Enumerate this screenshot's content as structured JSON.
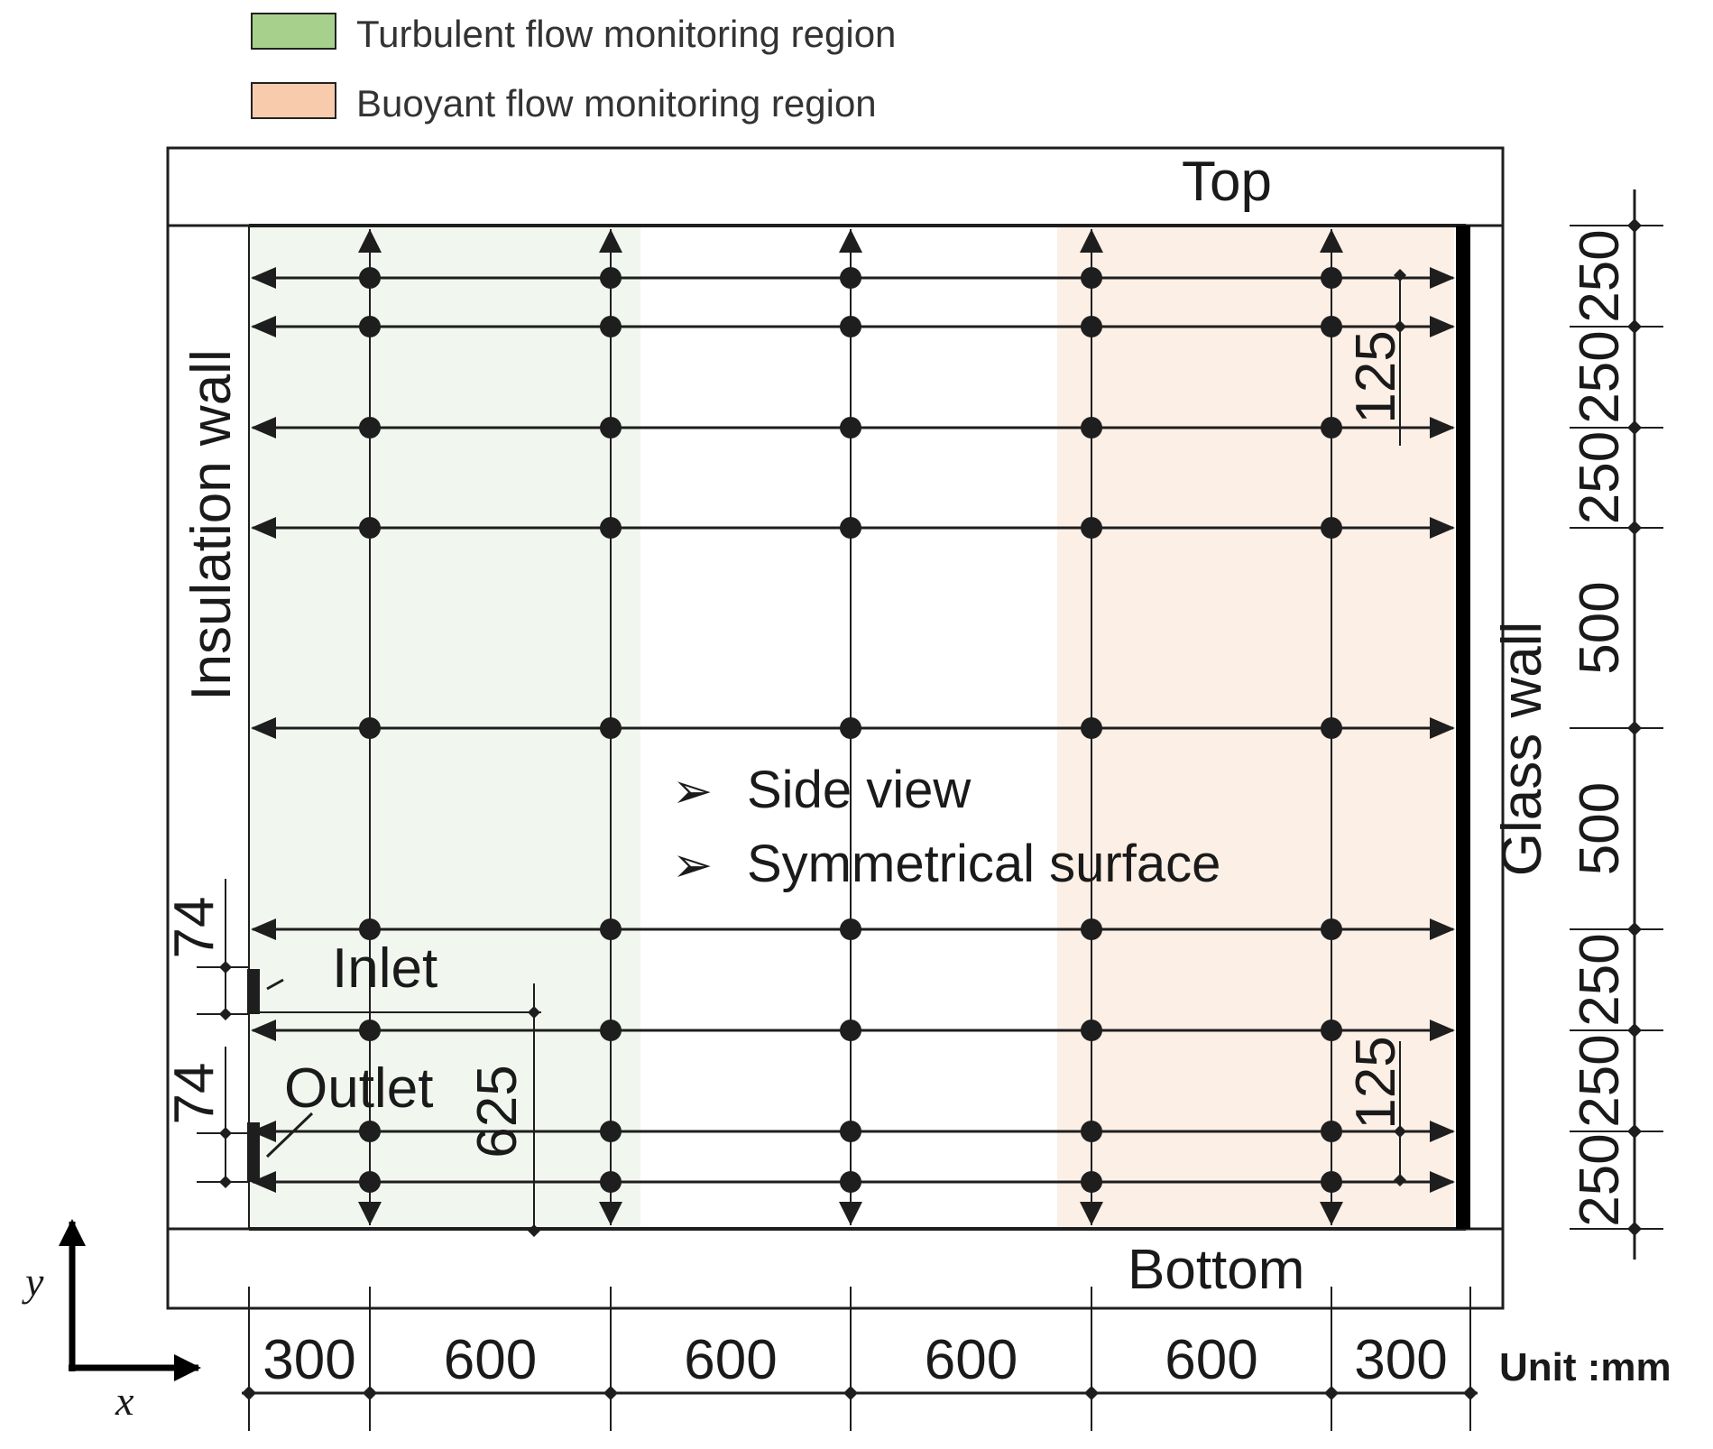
{
  "legend": {
    "turbulent": {
      "label": "Turbulent flow monitoring region",
      "color": "#a8d08d"
    },
    "buoyant": {
      "label": "Buoyant flow monitoring region",
      "color": "#f8cbad"
    }
  },
  "walls": {
    "top": "Top",
    "bottom": "Bottom",
    "insulation": "Insulation wall",
    "glass": "Glass wall"
  },
  "openings": {
    "inlet": "Inlet",
    "outlet": "Outlet"
  },
  "notes": [
    "Side view",
    "Symmetrical surface"
  ],
  "unit": "Unit :mm",
  "axes": {
    "x": "x",
    "y": "y"
  },
  "dimensions": {
    "horizontal": [
      "300",
      "600",
      "600",
      "600",
      "600",
      "300"
    ],
    "vertical": [
      "250",
      "250",
      "250",
      "500",
      "500",
      "250",
      "250",
      "250"
    ],
    "upper_probe_offset": "125",
    "lower_probe_offset": "125",
    "inlet_height": "74",
    "outlet_height": "74",
    "opening_gap": "625"
  },
  "colors": {
    "turbulent_region_fill": "#f1f7ef",
    "buoyant_region_fill": "#fcefe6",
    "line": "#1e1e1e",
    "glass_wall": "#000000"
  }
}
